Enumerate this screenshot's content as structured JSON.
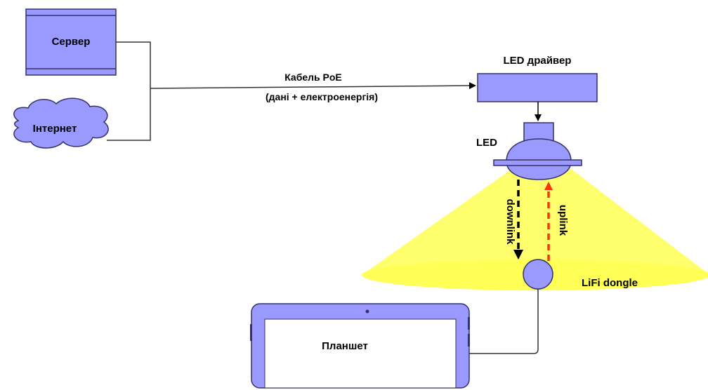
{
  "nodes": {
    "server": "Сервер",
    "internet": "Інтернет",
    "led_driver": "LED драйвер",
    "led": "LED",
    "lifi_dongle": "LiFi dongle",
    "tablet": "Планшет"
  },
  "edges": {
    "cable_line1": "Кабель PoE",
    "cable_line2": "(дані + електроенергія)",
    "downlink": "downlink",
    "uplink": "uplink"
  },
  "colors": {
    "node_fill": "#9999ff",
    "node_stroke": "#333366",
    "light_cone": "#ffff66",
    "downlink_arrow": "#000000",
    "uplink_arrow": "#ff3300"
  }
}
